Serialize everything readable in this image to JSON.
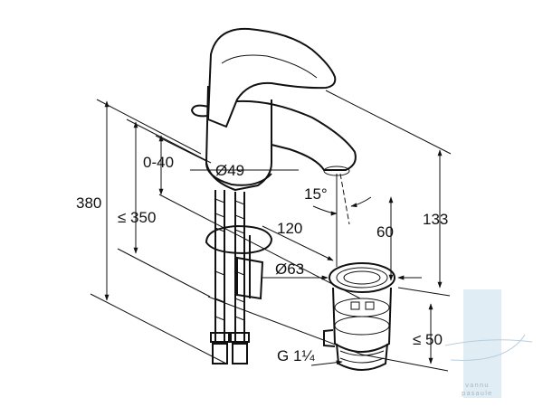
{
  "dimensions": {
    "offset_range": "0-40",
    "spout_diameter": "Ø49",
    "swivel_angle": "15°",
    "total_height": "380",
    "max_tail_length": "≤ 350",
    "reach": "120",
    "spout_height": "60",
    "outlet_height": "133",
    "waste_diameter": "Ø63",
    "waste_depth": "≤ 50",
    "waste_thread": "G 1¼"
  },
  "watermark": {
    "line1": "vannu",
    "line2": "pasaule"
  },
  "colors": {
    "line": "#111111",
    "watermark_bar": "#d6e7f2"
  }
}
